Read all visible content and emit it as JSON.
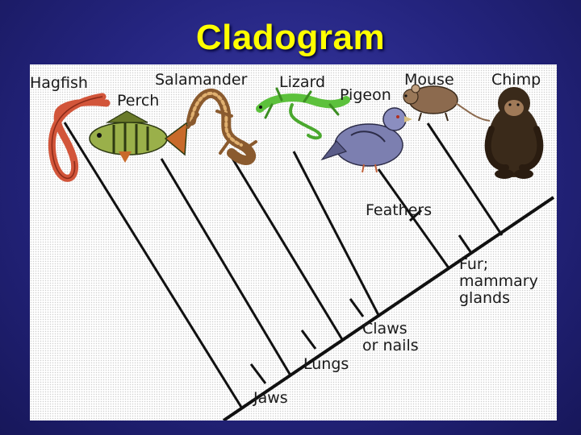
{
  "slide": {
    "title": "Cladogram"
  },
  "taxa": [
    {
      "id": "hagfish",
      "label": "Hagfish"
    },
    {
      "id": "perch",
      "label": "Perch"
    },
    {
      "id": "salamander",
      "label": "Salamander"
    },
    {
      "id": "lizard",
      "label": "Lizard"
    },
    {
      "id": "pigeon",
      "label": "Pigeon"
    },
    {
      "id": "mouse",
      "label": "Mouse"
    },
    {
      "id": "chimp",
      "label": "Chimp"
    }
  ],
  "traits": [
    {
      "id": "jaws",
      "label": "Jaws"
    },
    {
      "id": "lungs",
      "label": "Lungs"
    },
    {
      "id": "claws",
      "label": "Claws\nor nails"
    },
    {
      "id": "feathers",
      "label": "Feathers"
    },
    {
      "id": "fur",
      "label": "Fur;\nmammary\nglands"
    }
  ],
  "colors": {
    "title": "#ffff00",
    "background": "#24247e",
    "line": "#111111",
    "hagfish": "#d2553a",
    "perch": "#7a9a3a",
    "salamander": "#8a5a2e",
    "lizard": "#5cc13c",
    "pigeon": "#7c7fb0",
    "mouse": "#8c6a4e",
    "chimp": "#3a2a1a"
  }
}
